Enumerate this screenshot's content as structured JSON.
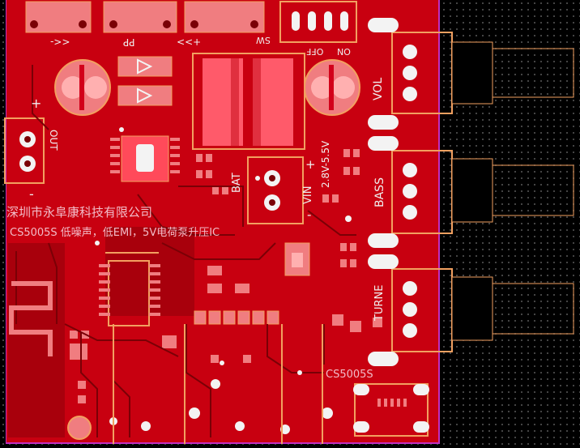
{
  "silkscreen": {
    "company": "深圳市永阜康科技有限公司",
    "chip_desc": "CS5005S 低噪声，低EMI，5V电荷泵升压IC",
    "chip_name": "CS5005S",
    "out_label": "OUT",
    "plus": "+",
    "minus": "-",
    "bat_label": "BAT",
    "vin_label": "VIN",
    "voltage_range": "2.8V-5.5V",
    "sw_label": "SW",
    "pp_label": "PP",
    "prev_label": "<<-",
    "next_label": "+>>",
    "off_label": "OFF",
    "on_label": "ON",
    "vol_label": "VOL",
    "bass_label": "BASS",
    "turne_label": "TURNE"
  },
  "colors": {
    "board": "#c80010",
    "copper": "#ff4a5a",
    "pad": "#f07d80",
    "outline": "#f2a060",
    "background": "#000000",
    "edge": "#c030c0"
  }
}
